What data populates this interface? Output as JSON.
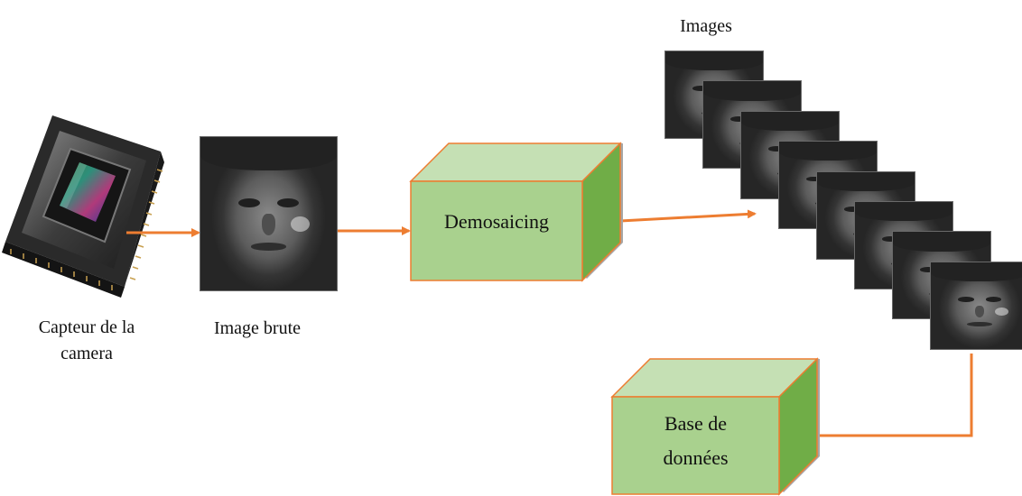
{
  "labels": {
    "sensor": "Capteur de la camera",
    "sensor_line1": "Capteur de la",
    "sensor_line2": "camera",
    "raw_image": "Image brute",
    "images": "Images"
  },
  "boxes": {
    "demosaicing": "Demosaicing",
    "database_line1": "Base de",
    "database_line2": "données"
  },
  "colors": {
    "arrow": "#ed7d31",
    "box_front": "#a9d18e",
    "box_top": "#c5e0b4",
    "box_side": "#70ad47",
    "box_border": "#ed7d31",
    "box_shadow": "#a6a6a6"
  },
  "image_stack_count": 8
}
